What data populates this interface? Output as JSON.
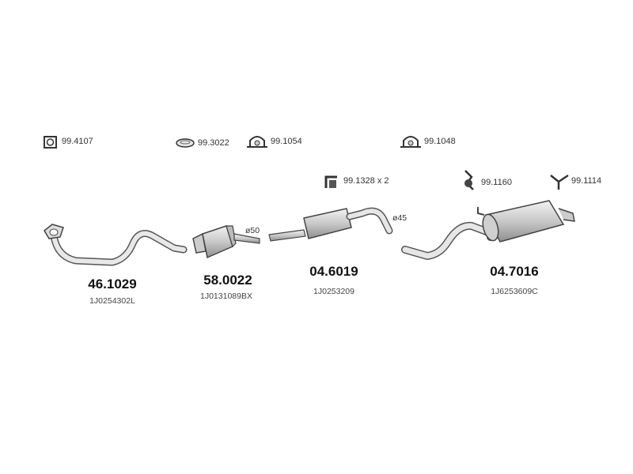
{
  "accessories": [
    {
      "code": "99.4107",
      "icon": "square-clamp-icon"
    },
    {
      "code": "99.3022",
      "icon": "gasket-ring-icon"
    },
    {
      "code": "99.1054",
      "icon": "u-clamp-icon"
    },
    {
      "code": "99.1048",
      "icon": "u-clamp-icon"
    },
    {
      "code": "99.1328 x 2",
      "icon": "bracket-icon"
    },
    {
      "code": "99.1160",
      "icon": "rubber-hanger-icon"
    },
    {
      "code": "99.1114",
      "icon": "y-hanger-icon"
    }
  ],
  "parts": [
    {
      "number": "46.1029",
      "oem": "1J0254302L",
      "name": "front-pipe"
    },
    {
      "number": "58.0022",
      "oem": "1J0131089BX",
      "name": "catalytic-converter"
    },
    {
      "number": "04.6019",
      "oem": "1J0253209",
      "name": "middle-silencer"
    },
    {
      "number": "04.7016",
      "oem": "1J6253609C",
      "name": "rear-silencer"
    }
  ],
  "diameters": [
    "ø50",
    "ø45"
  ],
  "colors": {
    "metal": "#d9d9d9",
    "outline": "#555555",
    "text": "#222222"
  }
}
